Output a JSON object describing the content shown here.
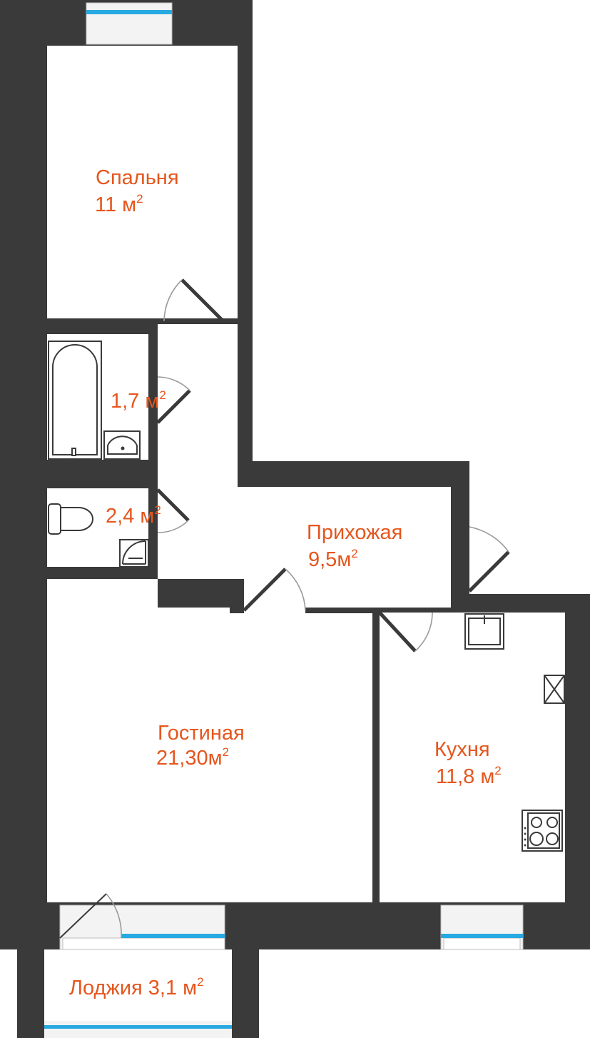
{
  "rooms": [
    {
      "id": "bedroom",
      "name": "Спальня",
      "area": "11 м",
      "unit_sup": "2"
    },
    {
      "id": "bathroom",
      "name": "",
      "area": "1,7 м",
      "unit_sup": "2"
    },
    {
      "id": "toilet",
      "name": "",
      "area": "2,4 м",
      "unit_sup": "2"
    },
    {
      "id": "hallway",
      "name": "Прихожая",
      "area": "9,5м",
      "unit_sup": "2"
    },
    {
      "id": "living",
      "name": "Гостиная",
      "area": "21,30м",
      "unit_sup": "2"
    },
    {
      "id": "kitchen",
      "name": "Кухня",
      "area": "11,8 м",
      "unit_sup": "2"
    },
    {
      "id": "loggia",
      "name": "Лоджия 3,1 м",
      "area": "",
      "unit_sup": "2"
    }
  ],
  "colors": {
    "wall": "#3a3a3a",
    "label": "#e5561e",
    "window_glass": "#27a9e1",
    "door_swing": "#9a9a9a"
  }
}
